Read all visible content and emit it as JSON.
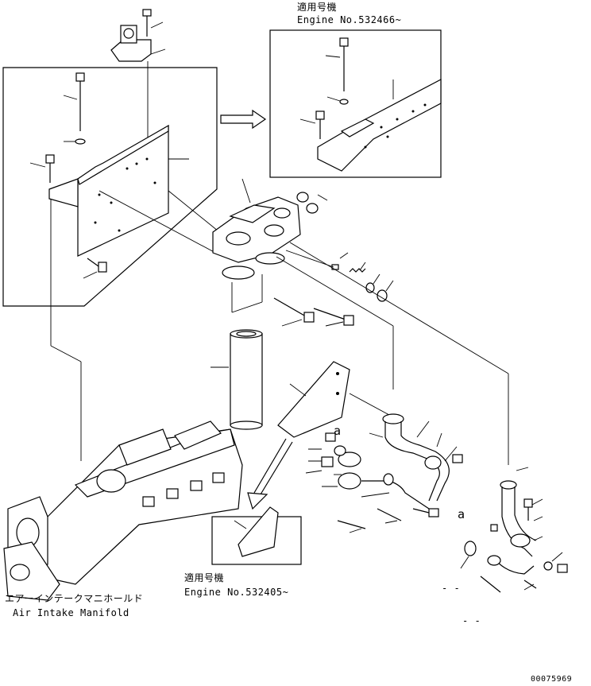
{
  "inset_top": {
    "applicable_jp": "適用号機",
    "engine_no": "Engine No.532466~"
  },
  "inset_bottom": {
    "applicable_jp": "適用号機",
    "engine_no": "Engine No.532405~"
  },
  "manifold_label": {
    "jp": "エアーインテークマニホールド",
    "en": "Air Intake Manifold"
  },
  "reference_marks": {
    "mark_a_upper": "a",
    "mark_a_lower": "a",
    "dash_1": "- -",
    "dash_2": "- -"
  },
  "drawing_number": "00075969"
}
